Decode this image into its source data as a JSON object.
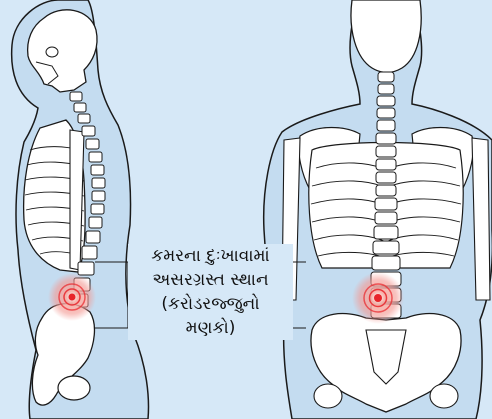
{
  "callout": {
    "lines": [
      "કમરના દુઃખાવામાં",
      "અસરગ્રસ્ત સ્થાન",
      "(કરોડરજ્જુનો",
      "મણકો)"
    ]
  },
  "colors": {
    "background": "#d6e8f7",
    "skin_fill": "#c4dcf0",
    "outline": "#1a1a1a",
    "bone": "#ffffff",
    "pain_center": "#e8242a",
    "pain_glow": "#f6a8a4"
  }
}
